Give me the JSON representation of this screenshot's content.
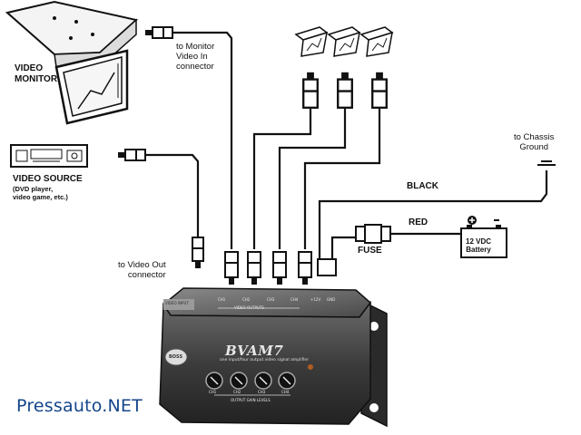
{
  "labels": {
    "video_monitor": "VIDEO\nMONITOR",
    "to_monitor": "to Monitor\nVideo In\nconnector",
    "video_source": "VIDEO SOURCE",
    "video_source_sub": "(DVD player,\nvideo game, etc.)",
    "to_video_out": "to Video Out\nconnector",
    "to_chassis": "to Chassis\nGround",
    "black": "BLACK",
    "red": "RED",
    "fuse": "FUSE",
    "battery": "12 VDC\nBattery",
    "battery_minus": "−",
    "battery_plus": "+"
  },
  "device": {
    "brand": "BVAM7",
    "badge": "BOSS",
    "tagline": "one input/four output video signal amplifier",
    "top_label": "VIDEO OUTPUTS",
    "bottom_label": "OUTPUT GAIN LEVELS",
    "outputs": [
      "CH1",
      "CH2",
      "CH3",
      "CH4"
    ],
    "input_label": "VIDEO INPUT",
    "power_labels": [
      "+12V",
      "GND"
    ]
  },
  "watermark": "Pressauto.NET",
  "colors": {
    "line": "#111111",
    "device_body": "#3a3a3a",
    "device_top": "#5a5a5a",
    "watermark": "#15458c"
  }
}
